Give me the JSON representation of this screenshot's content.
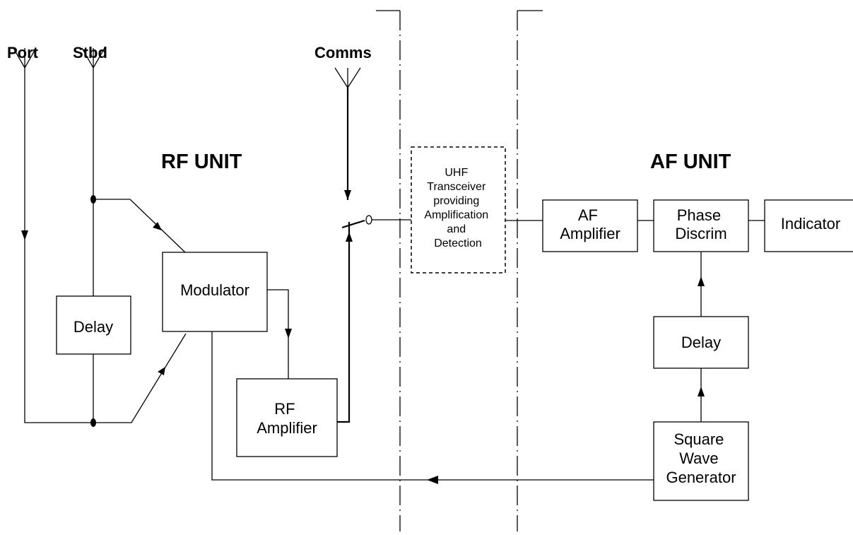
{
  "antennas": {
    "port": "Port",
    "stbd": "Stbd",
    "comms": "Comms"
  },
  "units": {
    "rf": "RF UNIT",
    "af": "AF UNIT"
  },
  "blocks": {
    "modulator": [
      "Modulator"
    ],
    "delay_rf": [
      "Delay"
    ],
    "rf_amplifier": [
      "RF",
      "Amplifier"
    ],
    "uhf_transceiver": [
      "UHF",
      "Transceiver",
      "providing",
      "Amplification",
      "and",
      "Detection"
    ],
    "af_amplifier": [
      "AF",
      "Amplifier"
    ],
    "phase_discrim": [
      "Phase",
      "Discrim"
    ],
    "indicator": [
      "Indicator"
    ],
    "delay_af": [
      "Delay"
    ],
    "square_wave_generator": [
      "Square",
      "Wave",
      "Generator"
    ]
  }
}
